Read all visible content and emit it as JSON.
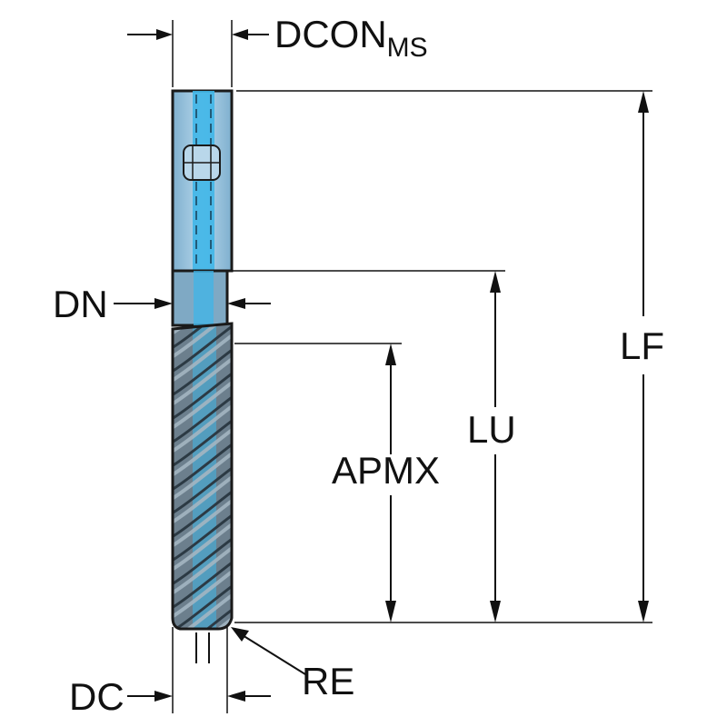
{
  "diagram": {
    "labels": {
      "dcon": "DCON",
      "dcon_sub": "MS",
      "dn": "DN",
      "lf": "LF",
      "lu": "LU",
      "apmx": "APMX",
      "re": "RE",
      "dc": "DC"
    },
    "colors": {
      "shank": "#9fc6df",
      "coolant": "#3fb6e8",
      "flutes": "#6c7f8d",
      "flute_highlight": "#a4b6c2",
      "neck": "#7fa9c4",
      "line": "#111111"
    }
  }
}
